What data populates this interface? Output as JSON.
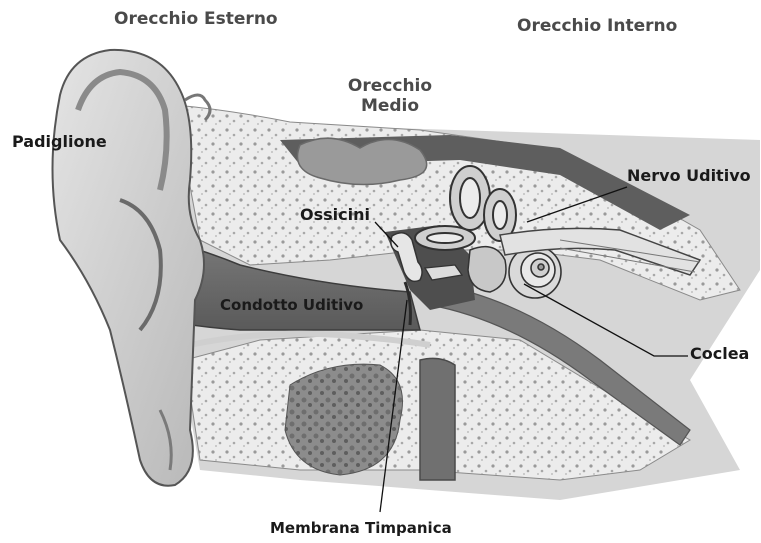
{
  "labels": {
    "orecchio_esterno": "Orecchio Esterno",
    "orecchio_interno": "Orecchio Interno",
    "orecchio_medio_line1": "Orecchio",
    "orecchio_medio_line2": "Medio",
    "padiglione": "Padiglione",
    "nervo_uditivo": "Nervo Uditivo",
    "ossicini": "Ossicini",
    "condotto_uditivo": "Condotto Uditivo",
    "coclea": "Coclea",
    "membrana_timpanica": "Membrana Timpanica"
  }
}
